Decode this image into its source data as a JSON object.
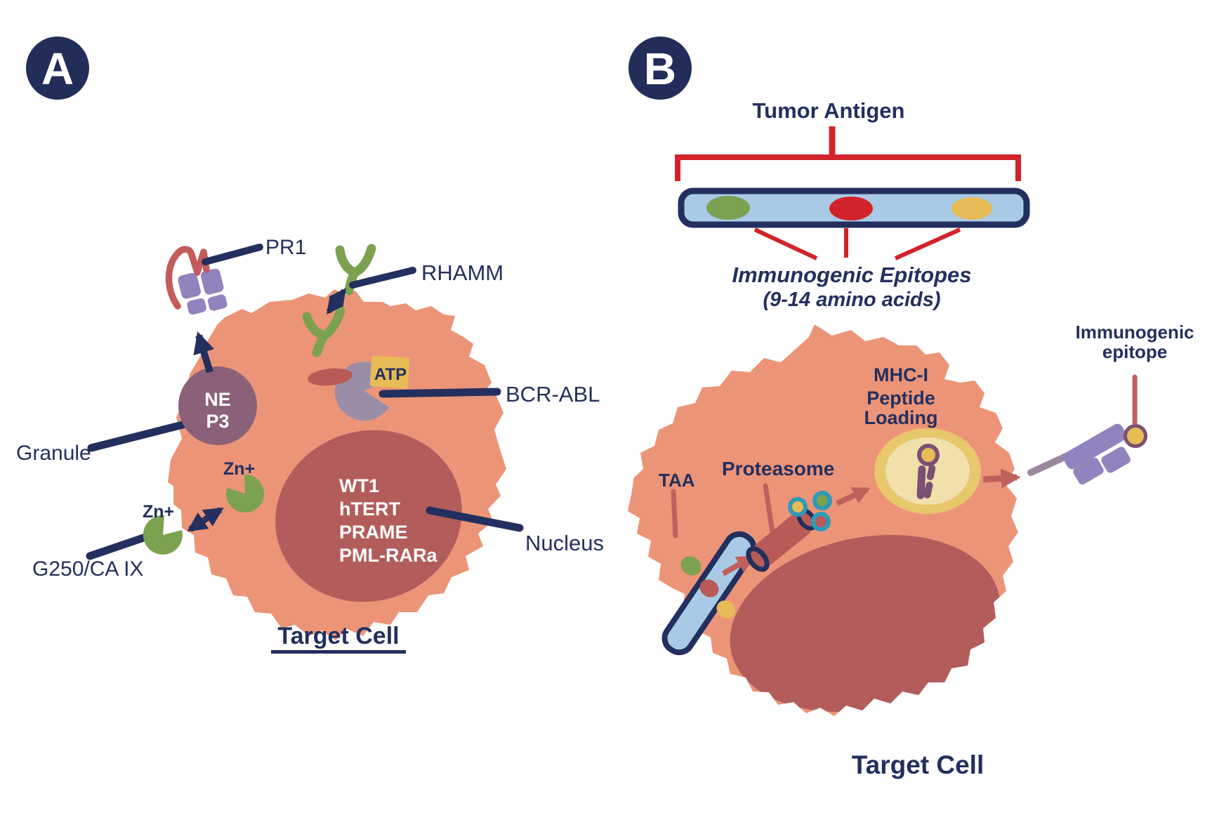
{
  "figure": {
    "type": "biology-diagram",
    "description": "Tumor antigen presentation diagram with two panels"
  },
  "colors": {
    "navy": "#232F5E",
    "salmon_cell": "#EC9478",
    "nucleus_rose": "#B25C5C",
    "granule_mauve": "#8A6178",
    "receptor_purple": "#9183BD",
    "kinase_gray_purple": "#9C8DA7",
    "green_receptor": "#7CA14F",
    "gold": "#E7BC56",
    "bright_red": "#D2232A",
    "dusty_red": "#C0605C",
    "barrel_red": "#B85A55",
    "light_blue": "#A9CAE6",
    "vesicle_ring": "#E9C76C",
    "vesicle_fill": "#F0E0AC",
    "plum": "#7B5074",
    "teal_ring": "#2E9AB8",
    "stalk_mauve": "#9D86A0"
  },
  "shapes": {
    "panel_a": [
      "cell-body",
      "nucleus",
      "granule-vesicle",
      "pr1-mhc-complex",
      "pr1-peptide-squiggle",
      "rhamm-y-receptor-outer",
      "rhamm-y-receptor-inner",
      "bcr-abl-kinase",
      "atp-box",
      "zn-pacman-upper",
      "zn-pacman-lower"
    ],
    "panel_b": [
      "tumor-antigen-bar",
      "epitope-dots",
      "cell-body",
      "nucleus",
      "taa-protein-bar",
      "proteasome-barrel",
      "peptide-fragments",
      "mhc-loading-vesicle",
      "mhc-i-molecule",
      "surface-mhc-complex",
      "immunogenic-epitope-dot"
    ]
  },
  "panel_a": {
    "badge": "A",
    "pr1": "PR1",
    "rhamm": "RHAMM",
    "atp": "ATP",
    "bcr_abl": "BCR-ABL",
    "granule": "Granule",
    "ne": "NE",
    "p3": "P3",
    "zn_upper": "Zn+",
    "zn_lower": "Zn+",
    "g250": "G250/CA IX",
    "nucleus": "Nucleus",
    "nucleus_genes": [
      "WT1",
      "hTERT",
      "PRAME",
      "PML-RARa"
    ],
    "target_cell": "Target Cell"
  },
  "panel_b": {
    "badge": "B",
    "title": "Tumor Antigen",
    "caption_line1": "Immunogenic Epitopes",
    "caption_line2": "(9-14 amino acids)",
    "taa": "TAA",
    "proteasome": "Proteasome",
    "mhc": [
      "MHC-I",
      "Peptide",
      "Loading"
    ],
    "epitope_label": [
      "Immunogenic",
      "epitope"
    ],
    "target_cell": "Target Cell"
  }
}
